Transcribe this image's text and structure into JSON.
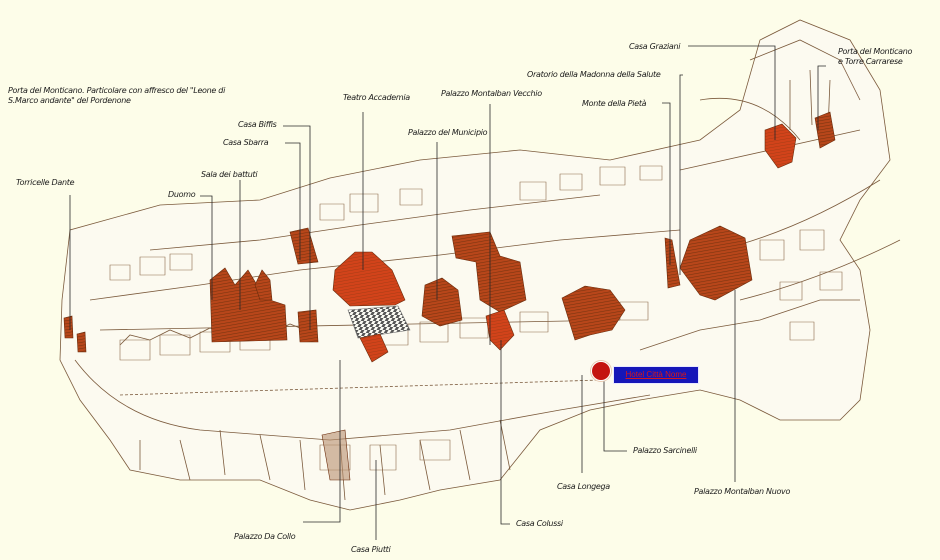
{
  "map": {
    "background": "#fdfde9",
    "highlight_colors": {
      "building_brown": "#8a3a12",
      "building_red": "#c8401a"
    },
    "labels": [
      {
        "id": "porta-monticano-affresco",
        "text": "Porta del Monticano. Particolare con affresco del \"Leone di S.Marco andante\" del Pordenone"
      },
      {
        "id": "torricelle-dante",
        "text": "Torricelle Dante"
      },
      {
        "id": "duomo",
        "text": "Duomo"
      },
      {
        "id": "sala-dei-battuti",
        "text": "Sala dei battuti"
      },
      {
        "id": "casa-sbarra",
        "text": "Casa Sbarra"
      },
      {
        "id": "casa-biffis",
        "text": "Casa Biffis"
      },
      {
        "id": "teatro-accademia",
        "text": "Teatro Accademia"
      },
      {
        "id": "palazzo-municipio",
        "text": "Palazzo del Municipio"
      },
      {
        "id": "palazzo-montalban-vecchio",
        "text": "Palazzo Montalban Vecchio"
      },
      {
        "id": "monte-della-pieta",
        "text": "Monte della Pietà"
      },
      {
        "id": "oratorio-madonna-salute",
        "text": "Oratorio della Madonna della Salute"
      },
      {
        "id": "casa-graziani",
        "text": "Casa Graziani"
      },
      {
        "id": "porta-monticano-torre",
        "text": "Porta del Monticano e Torre Carrarese"
      },
      {
        "id": "palazzo-sarcinelli",
        "text": "Palazzo Sarcinelli"
      },
      {
        "id": "casa-longega",
        "text": "Casa Longega"
      },
      {
        "id": "palazzo-montalban-nuovo",
        "text": "Palazzo Montalban Nuovo"
      },
      {
        "id": "casa-colussi",
        "text": "Casa Colussi"
      },
      {
        "id": "casa-piutti",
        "text": "Casa Piutti"
      },
      {
        "id": "palazzo-da-collo",
        "text": "Palazzo Da Collo"
      }
    ],
    "marker": {
      "icon": "location-dot-icon",
      "color": "#c41410",
      "link_label": "Hotel Città Nome",
      "link_bg": "#1616b8",
      "link_text_color": "#d81818"
    }
  }
}
